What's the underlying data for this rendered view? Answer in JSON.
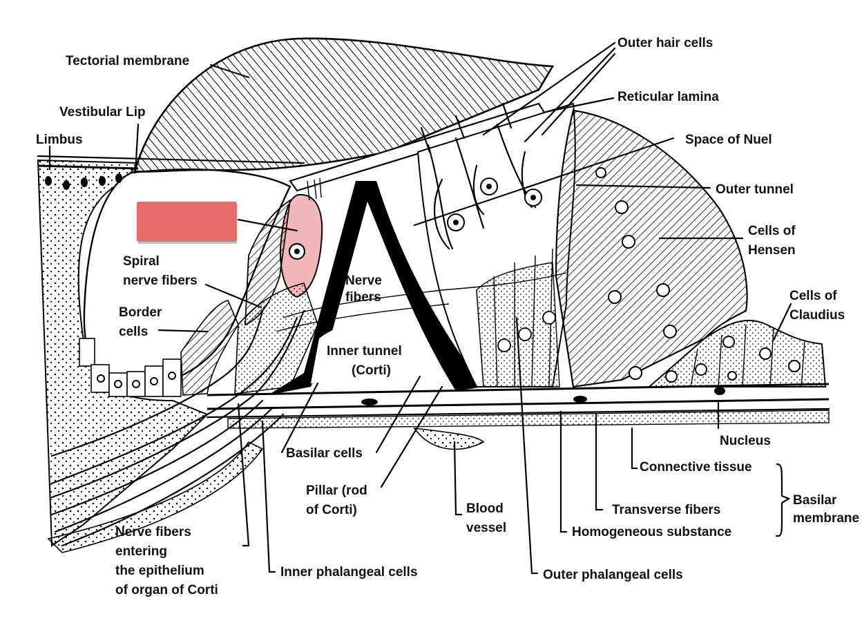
{
  "diagram": {
    "labels": {
      "tectorial_membrane": "Tectorial membrane",
      "vestibular_lip": "Vestibular Lip",
      "limbus": "Limbus",
      "spiral_nerve_fibers_1": "Spiral",
      "spiral_nerve_fibers_2": "nerve fibers",
      "border_cells_1": "Border",
      "border_cells_2": "cells",
      "nerve_fibers_1": "Nerve",
      "nerve_fibers_2": "fibers",
      "inner_tunnel_1": "Inner tunnel",
      "inner_tunnel_2": "(Corti)",
      "outer_hair_cells": "Outer hair cells",
      "reticular_lamina": "Reticular lamina",
      "space_of_nuel": "Space of Nuel",
      "outer_tunnel": "Outer tunnel",
      "cells_of_hensen_1": "Cells of",
      "cells_of_hensen_2": "Hensen",
      "cells_of_claudius_1": "Cells of",
      "cells_of_claudius_2": "Claudius",
      "nucleus": "Nucleus",
      "connective_tissue": "Connective tissue",
      "basilar_membrane_1": "Basilar",
      "basilar_membrane_2": "membrane",
      "transverse_fibers": "Transverse fibers",
      "homogeneous_substance": "Homogeneous substance",
      "basilar_cells": "Basilar cells",
      "pillar_1": "Pillar (rod",
      "pillar_2": "of Corti)",
      "blood_vessel_1": "Blood",
      "blood_vessel_2": "vessel",
      "nerve_entering_1": "Nerve fibers",
      "nerve_entering_2": "entering",
      "nerve_entering_3": "the epithelium",
      "nerve_entering_4": "of organ of Corti",
      "inner_phalangeal_cells": "Inner phalangeal cells",
      "outer_phalangeal_cells": "Outer phalangeal cells"
    },
    "colors": {
      "highlight_cell": "#f2b8b8",
      "label_mask": "#e86a6a",
      "ink": "#111111"
    }
  }
}
